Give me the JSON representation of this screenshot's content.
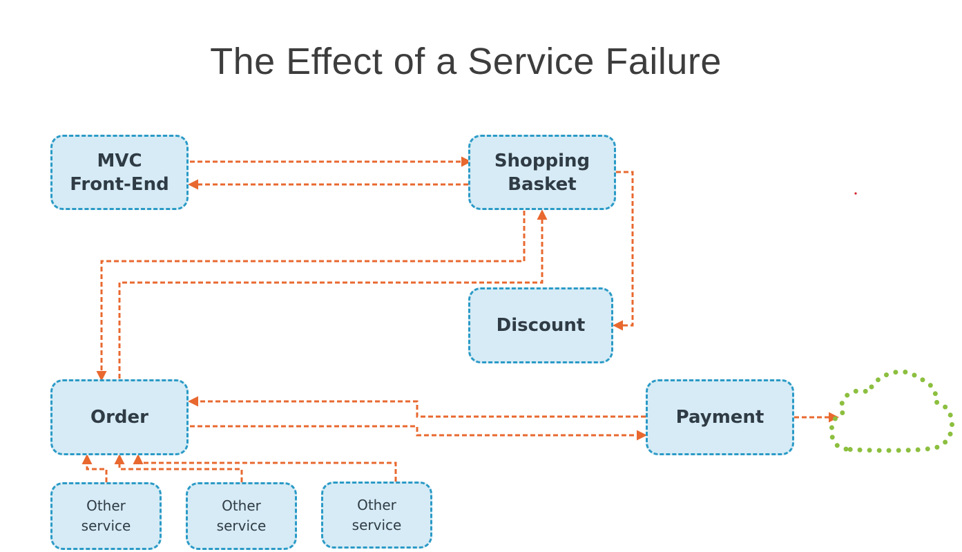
{
  "title": "The Effect of a Service Failure",
  "nodes": {
    "mvc": "MVC\nFront-End",
    "basket": "Shopping\nBasket",
    "discount": "Discount",
    "order": "Order",
    "payment": "Payment",
    "other1": "Other\nservice",
    "other2": "Other\nservice",
    "other3": "Other\nservice"
  },
  "colors": {
    "box_fill": "#d6ebf5",
    "box_border": "#2a9ac6",
    "arrow": "#e8682f",
    "cloud": "#8cbf3f"
  },
  "icons": [
    "cloud-icon"
  ]
}
